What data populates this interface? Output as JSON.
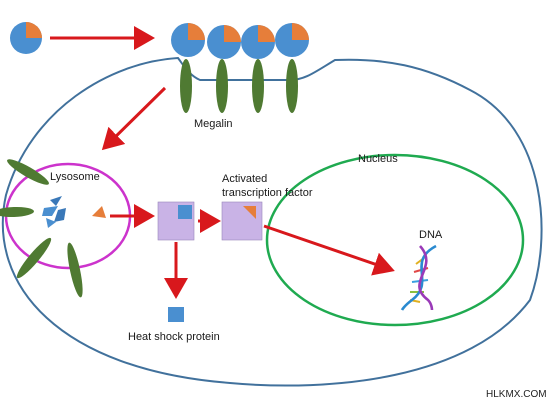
{
  "labels": {
    "megalin": "Megalin",
    "lysosome": "Lysosome",
    "nucleus": "Nucleus",
    "activated_line1": "Activated",
    "activated_line2": "transcription factor",
    "dna": "DNA",
    "heat_shock": "Heat shock protein"
  },
  "watermark": "HLKMX.COM",
  "colors": {
    "cell_membrane": "#41719c",
    "nucleus_border": "#1faa50",
    "lysosome_border": "#cc33cc",
    "arrow": "#d8181c",
    "ligand_blue": "#4a8fd0",
    "ligand_orange": "#e67e3a",
    "receptor_green": "#4f7a32",
    "complex_square": "#c9b3e6",
    "protein_square": "#4a8fd0"
  }
}
